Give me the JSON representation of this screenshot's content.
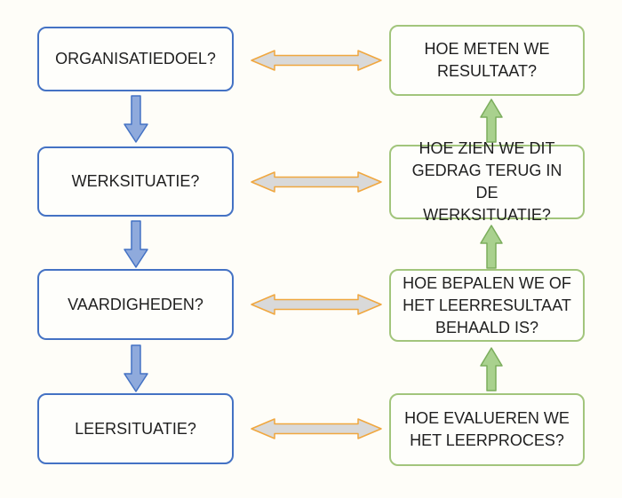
{
  "colors": {
    "background": "#FEFDF8",
    "box_fill": "#FEFEFB",
    "text": "#1F1F1F",
    "left_box_border": "#4472C4",
    "right_box_border": "#A2C57C",
    "down_arrow_fill": "#8FAADC",
    "down_arrow_stroke": "#4472C4",
    "up_arrow_fill": "#A9D18E",
    "up_arrow_stroke": "#7BAD5C",
    "double_arrow_fill": "#D9D9D9",
    "double_arrow_stroke": "#F0A73F"
  },
  "left_column": {
    "boxes": [
      {
        "label": "ORGANISATIEDOEL?"
      },
      {
        "label": "WERKSITUATIE?"
      },
      {
        "label": "VAARDIGHEDEN?"
      },
      {
        "label": "LEERSITUATIE?"
      }
    ]
  },
  "right_column": {
    "boxes": [
      {
        "label": "HOE METEN WE\nRESULTAAT?"
      },
      {
        "label": "HOE ZIEN WE DIT\nGEDRAG TERUG IN DE\nWERKSITUATIE?"
      },
      {
        "label": "HOE BEPALEN WE OF\nHET LEERRESULTAAT\nBEHAALD IS?"
      },
      {
        "label": "HOE EVALUEREN WE\nHET LEERPROCES?"
      }
    ]
  }
}
